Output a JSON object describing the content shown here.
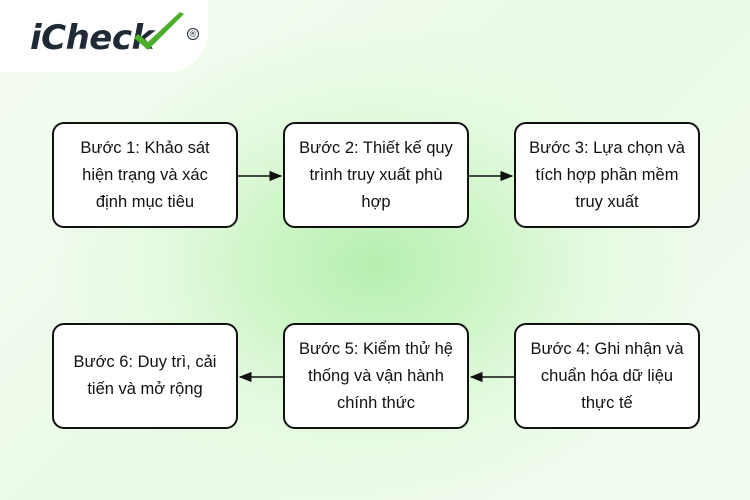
{
  "logo": {
    "text": "iCheck",
    "registered_mark": "®",
    "check_color": "#4caf2a"
  },
  "steps": [
    {
      "label": "Bước 1: Khảo sát hiện trạng và xác định mục tiêu"
    },
    {
      "label": "Bước 2: Thiết kế quy trình truy xuất phù hợp"
    },
    {
      "label": "Bước 3: Lựa chọn và tích hợp phần mềm truy xuất"
    },
    {
      "label": "Bước 4: Ghi nhận và chuẩn hóa dữ liệu thực tế"
    },
    {
      "label": "Bước 5: Kiểm thử hệ thống và vận hành chính thức"
    },
    {
      "label": "Bước 6: Duy trì, cải tiến và mở rộng"
    }
  ],
  "colors": {
    "border": "#111111",
    "background_glow": "#b6f0b0"
  }
}
